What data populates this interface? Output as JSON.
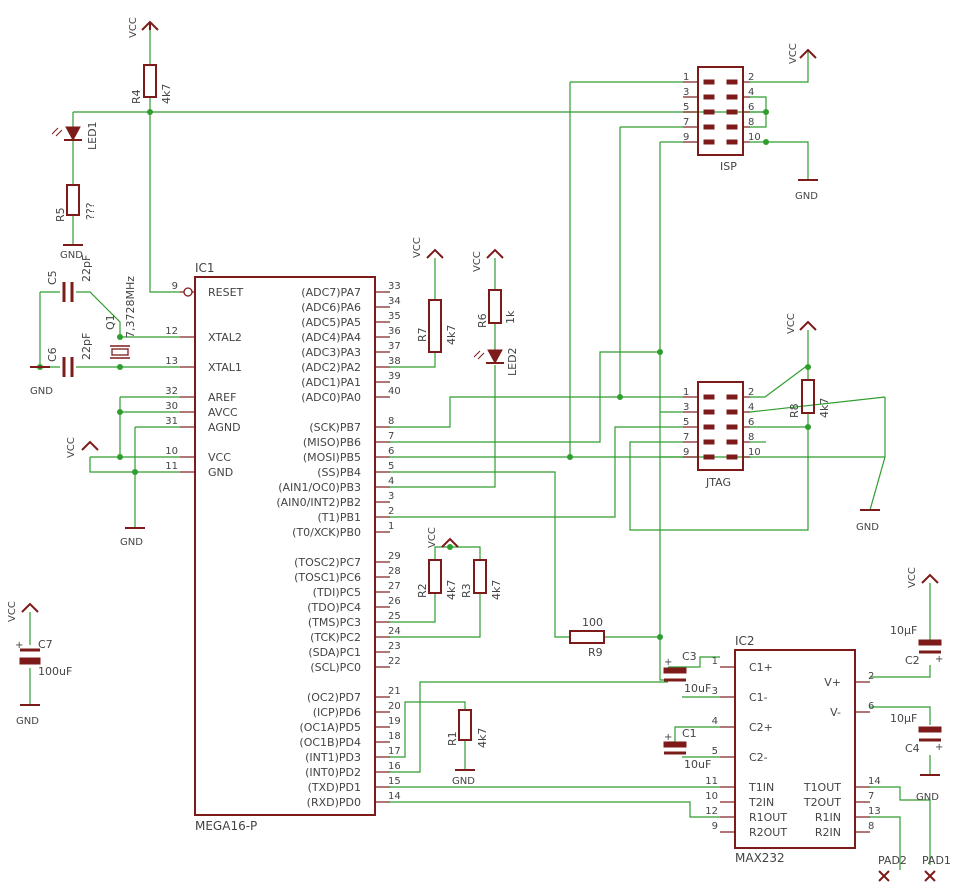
{
  "ic1": {
    "name": "IC1",
    "value": "MEGA16-P",
    "left_pins": [
      {
        "num": "9",
        "name": "RESET"
      },
      {
        "num": "12",
        "name": "XTAL2"
      },
      {
        "num": "13",
        "name": "XTAL1"
      },
      {
        "num": "32",
        "name": "AREF"
      },
      {
        "num": "30",
        "name": "AVCC"
      },
      {
        "num": "31",
        "name": "AGND"
      },
      {
        "num": "10",
        "name": "VCC"
      },
      {
        "num": "11",
        "name": "GND"
      }
    ],
    "right_pins": [
      {
        "num": "33",
        "name": "(ADC7)PA7"
      },
      {
        "num": "34",
        "name": "(ADC6)PA6"
      },
      {
        "num": "35",
        "name": "(ADC5)PA5"
      },
      {
        "num": "36",
        "name": "(ADC4)PA4"
      },
      {
        "num": "37",
        "name": "(ADC3)PA3"
      },
      {
        "num": "38",
        "name": "(ADC2)PA2"
      },
      {
        "num": "39",
        "name": "(ADC1)PA1"
      },
      {
        "num": "40",
        "name": "(ADC0)PA0"
      },
      {
        "num": "8",
        "name": "(SCK)PB7"
      },
      {
        "num": "7",
        "name": "(MISO)PB6"
      },
      {
        "num": "6",
        "name": "(MOSI)PB5"
      },
      {
        "num": "5",
        "name": "(SS)PB4"
      },
      {
        "num": "4",
        "name": "(AIN1/OC0)PB3"
      },
      {
        "num": "3",
        "name": "(AIN0/INT2)PB2"
      },
      {
        "num": "2",
        "name": "(T1)PB1"
      },
      {
        "num": "1",
        "name": "(T0/XCK)PB0"
      },
      {
        "num": "29",
        "name": "(TOSC2)PC7"
      },
      {
        "num": "28",
        "name": "(TOSC1)PC6"
      },
      {
        "num": "27",
        "name": "(TDI)PC5"
      },
      {
        "num": "26",
        "name": "(TDO)PC4"
      },
      {
        "num": "25",
        "name": "(TMS)PC3"
      },
      {
        "num": "24",
        "name": "(TCK)PC2"
      },
      {
        "num": "23",
        "name": "(SDA)PC1"
      },
      {
        "num": "22",
        "name": "(SCL)PC0"
      },
      {
        "num": "21",
        "name": "(OC2)PD7"
      },
      {
        "num": "20",
        "name": "(ICP)PD6"
      },
      {
        "num": "19",
        "name": "(OC1A)PD5"
      },
      {
        "num": "18",
        "name": "(OC1B)PD4"
      },
      {
        "num": "17",
        "name": "(INT1)PD3"
      },
      {
        "num": "16",
        "name": "(INT0)PD2"
      },
      {
        "num": "15",
        "name": "(TXD)PD1"
      },
      {
        "num": "14",
        "name": "(RXD)PD0"
      }
    ]
  },
  "ic2": {
    "name": "IC2",
    "value": "MAX232",
    "left_pins": [
      {
        "num": "1",
        "name": "C1+"
      },
      {
        "num": "3",
        "name": "C1-"
      },
      {
        "num": "4",
        "name": "C2+"
      },
      {
        "num": "5",
        "name": "C2-"
      },
      {
        "num": "11",
        "name": "T1IN"
      },
      {
        "num": "10",
        "name": "T2IN"
      },
      {
        "num": "12",
        "name": "R1OUT"
      },
      {
        "num": "9",
        "name": "R2OUT"
      }
    ],
    "right_pins": [
      {
        "num": "2",
        "name": "V+"
      },
      {
        "num": "6",
        "name": "V-"
      },
      {
        "num": "14",
        "name": "T1OUT"
      },
      {
        "num": "7",
        "name": "T2OUT"
      },
      {
        "num": "13",
        "name": "R1IN"
      },
      {
        "num": "8",
        "name": "R2IN"
      }
    ]
  },
  "isp": {
    "name": "ISP",
    "left_pins": [
      "1",
      "3",
      "5",
      "7",
      "9"
    ],
    "right_pins": [
      "2",
      "4",
      "6",
      "8",
      "10"
    ]
  },
  "jtag": {
    "name": "JTAG",
    "left_pins": [
      "1",
      "3",
      "5",
      "7",
      "9"
    ],
    "right_pins": [
      "2",
      "4",
      "6",
      "8",
      "10"
    ]
  },
  "parts": {
    "r4": {
      "name": "R4",
      "value": "4k7"
    },
    "r5": {
      "name": "R5",
      "value": "???"
    },
    "led1": {
      "name": "LED1"
    },
    "c5": {
      "name": "C5",
      "value": "22pF"
    },
    "c6": {
      "name": "C6",
      "value": "22pF"
    },
    "q1": {
      "name": "Q1",
      "value": "7,3728MHz"
    },
    "r7": {
      "name": "R7",
      "value": "4k7"
    },
    "r6": {
      "name": "R6",
      "value": "1k"
    },
    "led2": {
      "name": "LED2"
    },
    "r8": {
      "name": "R8",
      "value": "4k7"
    },
    "r2": {
      "name": "R2",
      "value": "4k7"
    },
    "r3": {
      "name": "R3",
      "value": "4k7"
    },
    "r1": {
      "name": "R1",
      "value": "4k7"
    },
    "r9": {
      "name": "R9",
      "value": "100"
    },
    "c7": {
      "name": "C7",
      "value": "100uF"
    },
    "c3": {
      "name": "C3",
      "value": "10uF"
    },
    "c1": {
      "name": "C1",
      "value": "10uF"
    },
    "c2": {
      "name": "C2",
      "value": "10µF"
    },
    "c4": {
      "name": "C4",
      "value": "10µF"
    },
    "pad1": {
      "name": "PAD1"
    },
    "pad2": {
      "name": "PAD2"
    }
  },
  "labels": {
    "vcc": "VCC",
    "gnd": "GND"
  },
  "colors": {
    "net": "#2f9e2f",
    "symbol": "#7d1b1b",
    "text": "#444444"
  }
}
